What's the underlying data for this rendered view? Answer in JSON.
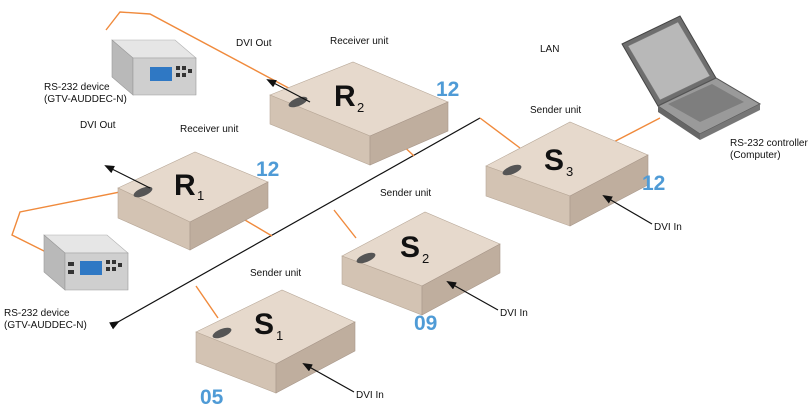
{
  "labels": {
    "lan": "LAN",
    "dvi_out": "DVI Out",
    "dvi_in": "DVI In",
    "receiver_unit": "Receiver unit",
    "sender_unit": "Sender unit",
    "rs232_device_line1": "RS-232 device",
    "rs232_device_line2": "(GTV-AUDDEC-N)",
    "rs232_controller_line1": "RS-232 controller",
    "rs232_controller_line2": "(Computer)"
  },
  "units": {
    "r1": {
      "letter": "R",
      "index": "1",
      "number": "12"
    },
    "r2": {
      "letter": "R",
      "index": "2",
      "number": "12"
    },
    "s1": {
      "letter": "S",
      "index": "1",
      "number": "05"
    },
    "s2": {
      "letter": "S",
      "index": "2",
      "number": "09"
    },
    "s3": {
      "letter": "S",
      "index": "3",
      "number": "12"
    }
  },
  "colors": {
    "cable": "#f08a3c",
    "number": "#4f9bd6",
    "box_front": "#d7c7b8",
    "box_top": "#e6d9cc",
    "box_side": "#bfae9e"
  }
}
